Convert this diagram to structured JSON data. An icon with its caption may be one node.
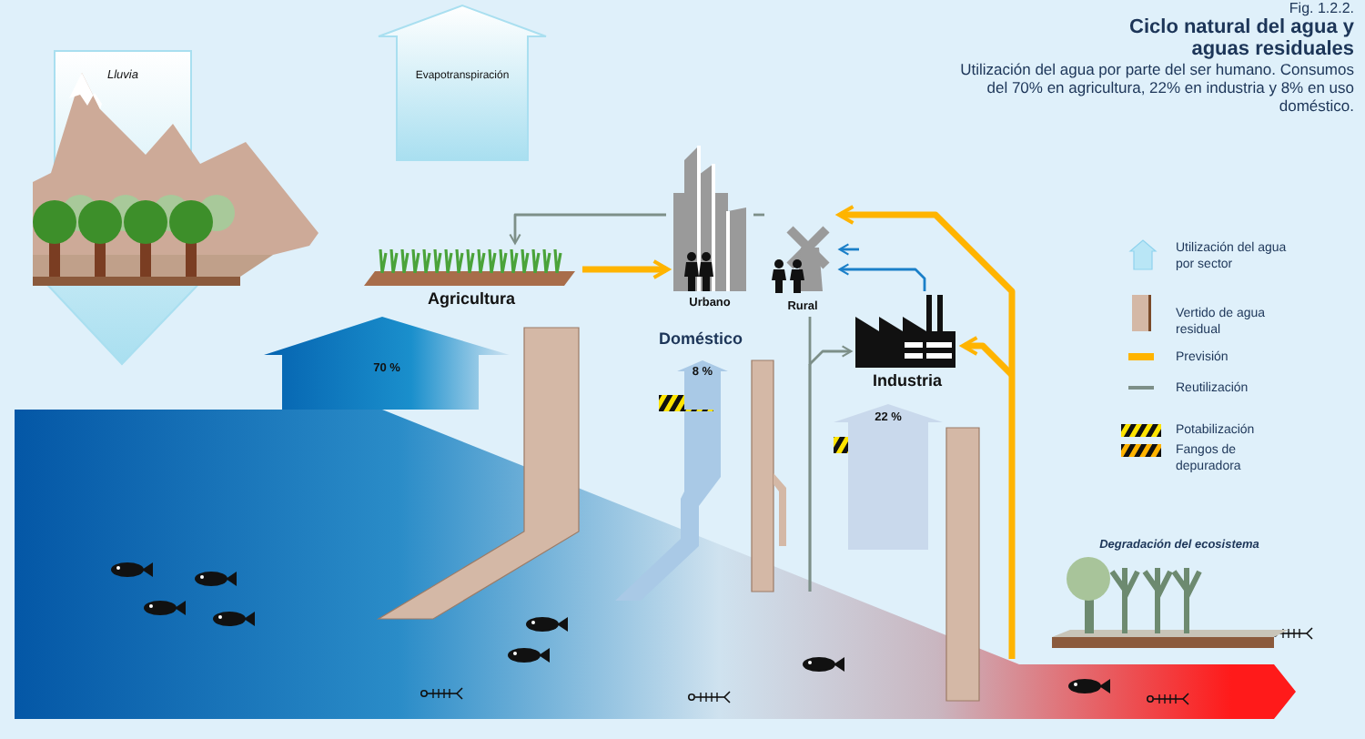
{
  "diagram": {
    "title": "Ciclo natural del agua y aguas residuales",
    "caption": "Utilización del agua por parte del ser humano. Consumos del 70% en agricultura, 22% en industria y 8% en uso doméstico.",
    "nodes": [
      {
        "text": [
          "Lluvia"
        ]
      },
      {
        "text": [
          "Evapotranspiración"
        ]
      },
      {
        "text": [
          "Agricultura"
        ]
      },
      {
        "text": [
          "Urbano"
        ]
      },
      {
        "text": [
          "Rural"
        ]
      },
      {
        "text": [
          "Industria"
        ]
      },
      {
        "text": [
          "70 %"
        ]
      },
      {
        "text": [
          "8 %"
        ]
      },
      {
        "text": [
          "22 %"
        ]
      },
      {
        "text": [
          "Degradación del ecosistema"
        ]
      }
    ],
    "edges": [
      {
        "from": 2,
        "to": 3,
        "arrow": "to",
        "style": "thick",
        "color": "#ffb400"
      },
      {
        "from": null,
        "to": 4,
        "arrow": "to",
        "style": "thick",
        "color": "#ffb400"
      },
      {
        "from": null,
        "to": 5,
        "arrow": "to",
        "style": "thick",
        "color": "#ffb400"
      },
      {
        "from": 3,
        "to": 2,
        "arrow": "to",
        "color": "#7d8f88"
      },
      {
        "from": 3,
        "to": 4,
        "arrow": "none",
        "color": "#7d8f88"
      },
      {
        "from": 4,
        "to": 5,
        "arrow": "to",
        "color": "#7d8f88"
      },
      {
        "from": 5,
        "to": 4,
        "arrow": "to",
        "color": "#1a7fc8"
      },
      {
        "from": null,
        "to": 4,
        "arrow": "to",
        "color": "#1a7fc8"
      }
    ],
    "labels": [
      "Fig. 1.2.2.",
      "Doméstico"
    ],
    "legend": [
      {
        "text": "Utilización del agua por sector"
      },
      {
        "text": "Vertido de agua residual"
      },
      {
        "text": "Previsión"
      },
      {
        "text": "Reutilización"
      },
      {
        "text": "Potabilización"
      },
      {
        "text": "Fangos de depuradora"
      }
    ]
  }
}
